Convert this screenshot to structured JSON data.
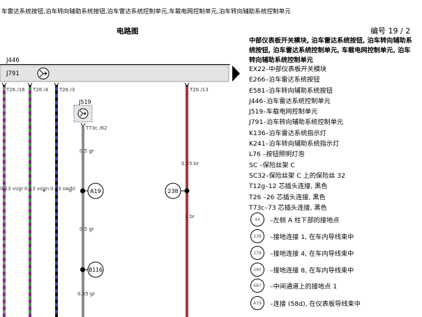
{
  "header": {
    "title": "车雷达系统按钮,泊车转向辅助系统按钮,泊车雷达系统控制单元,车载电网控制单元,泊车转向辅助系统控制单元",
    "diagram_title": "电路图",
    "page_label": "编号",
    "page_number": "19 / 2"
  },
  "heading": "中部仪表板开关模块, 泊车雷达系统按钮, 泊车转向辅助系统按钮, 泊车雷达系统控制单元, 车载电网控制单元, 泊车转向辅助系统控制单元",
  "legend": {
    "items": [
      "EX22–中部仪表板开关模块",
      "E266–泊车雷达系统按钮",
      "E581–泊车转向辅助系统按钮",
      "J446–泊车雷达系统控制单元",
      "J519–车载电网控制单元",
      "J791–泊车转向辅助系统控制单元",
      "K136–泊车雷达系统指示灯",
      "K241–泊车转向辅助系统指示灯",
      "L76  –按钮照明灯泡",
      "SC   –保险丝架 C",
      "SC32–保险丝架 C 上的保险丝 32",
      "T12g–12 芯插头连接, 黑色",
      "T26  –26 芯插头连接, 黑色",
      "T73c–73 芯插头连接, 黑色"
    ],
    "circle_items": [
      {
        "code": "44",
        "text": "–左侧 A 柱下部的接地点"
      },
      {
        "code": "238",
        "text": "–接地连接 1, 在车内导线束中"
      },
      {
        "code": "278",
        "text": "–接地连接 4, 在车内导线束中"
      },
      {
        "code": "280",
        "text": "–接地连接 8, 在车内导线束中"
      },
      {
        "code": "687",
        "text": "–中间通道上的接地点 1"
      },
      {
        "code": "A19",
        "text": "–连接 (58d), 在仪表板导线束中"
      }
    ]
  },
  "diagram": {
    "labels": {
      "j446": "J446",
      "j791": "J791",
      "j519": "J519",
      "w1_conn": "T26 /16",
      "w2_conn": "T26 /4",
      "w3_conn": "T26 /3",
      "w5_conn": "T26 /13",
      "t73c": "T73c /62",
      "w1_spec": "0.13 vi/gr",
      "w2_spec": "0.13 vi/gn",
      "w3_spec": "0.13 sw/bl",
      "w4_spec_a": "0.5 gr",
      "w4_spec_b": "0.5 gr",
      "w4_spec_c": "0.35 gr",
      "w5_spec_a": "0.35 br",
      "w5_spec_b": "1 br",
      "node_a19": "A19",
      "node_b116": "B116",
      "node_238": "238",
      "cross": "×"
    },
    "colors": {
      "module_bar": "#e4e4e4",
      "wire_grey": "#8c8c8c",
      "wire_violet": "#8b2a8b",
      "wire_green": "#3f9b3f",
      "wire_black": "#101010",
      "wire_blue": "#3040c8",
      "wire_brown": "#a33a3a"
    }
  }
}
